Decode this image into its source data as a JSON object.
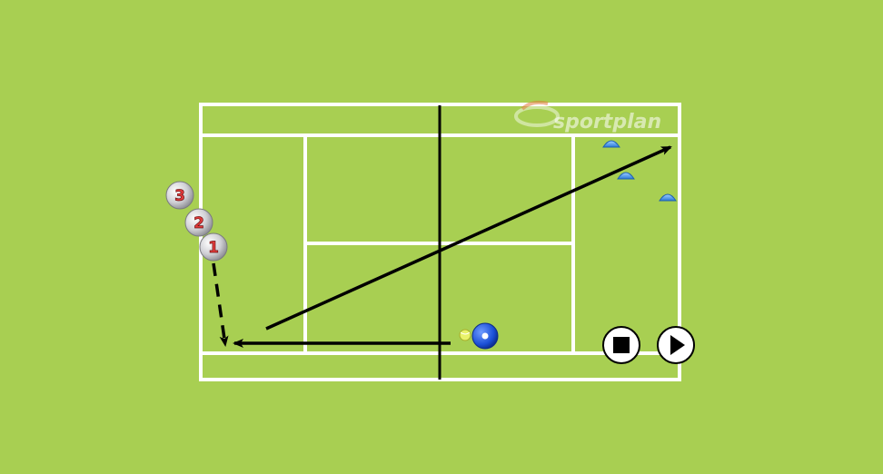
{
  "logo": {
    "text": "sportplan"
  },
  "players": [
    {
      "number": "3"
    },
    {
      "number": "2"
    },
    {
      "number": "1"
    }
  ],
  "colors": {
    "background": "#a8cf52",
    "lines": "#ffffff",
    "arrows": "#000000",
    "cone": "#3a8ee6",
    "coach": "#1a4fd6",
    "ball": "#e9f26a"
  },
  "controls": {
    "stop": {
      "icon": "stop-icon"
    },
    "play": {
      "icon": "play-icon"
    }
  }
}
